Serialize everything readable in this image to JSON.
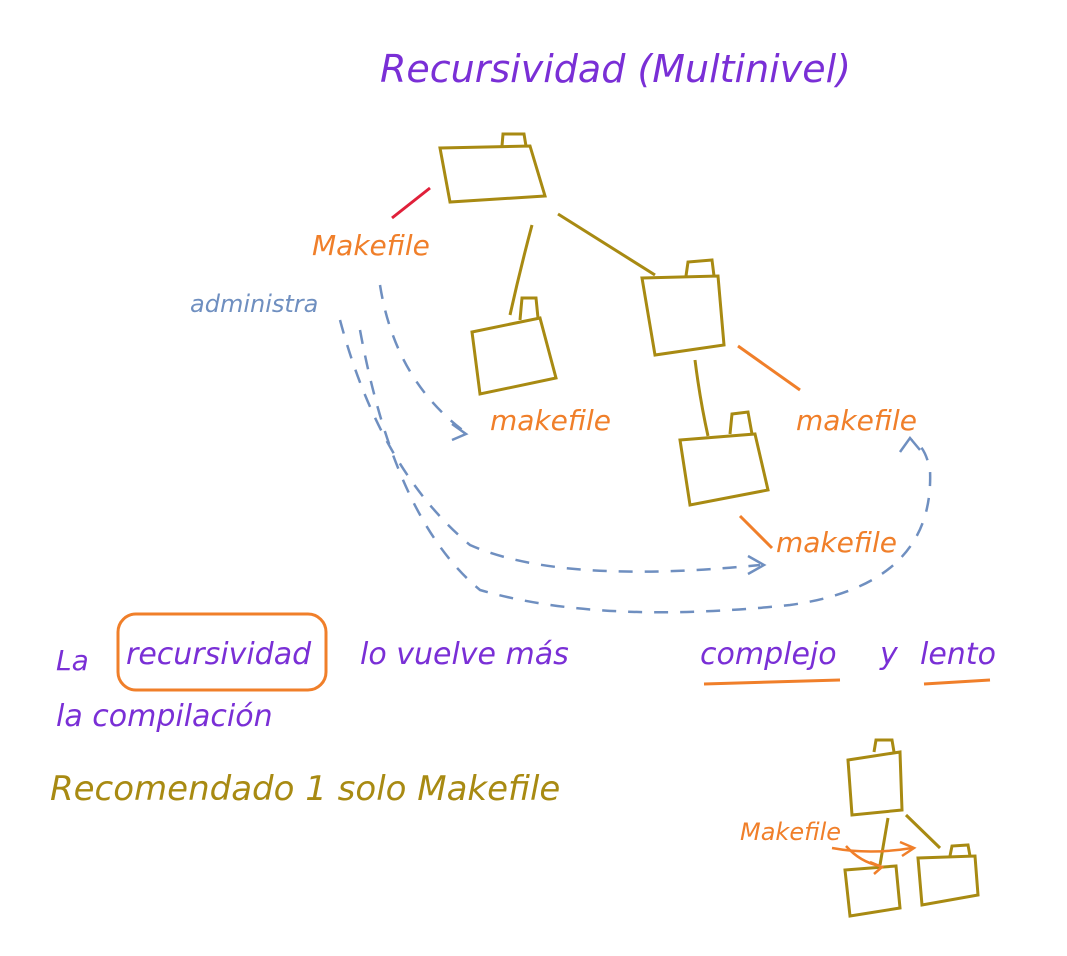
{
  "title": "Recursividad (Multinivel)",
  "labels": {
    "root_makefile": "Makefile",
    "administra": "administra",
    "child_left_makefile": "makefile",
    "child_right_makefile": "makefile",
    "grandchild_makefile": "makefile",
    "small_diagram_makefile": "Makefile"
  },
  "notes": {
    "line1": {
      "prefix": "La",
      "highlight": "recursividad",
      "middle": "lo vuelve más",
      "underline1": "complejo",
      "connector": "y",
      "underline2": "lento"
    },
    "line2": "la compilación",
    "line3": "Recomendado 1 solo Makefile"
  },
  "colors": {
    "purple": "#7a2fd6",
    "folder": "#a88a12",
    "orange": "#f07f2a",
    "blue": "#6f8fc0",
    "red": "#e0203a"
  }
}
